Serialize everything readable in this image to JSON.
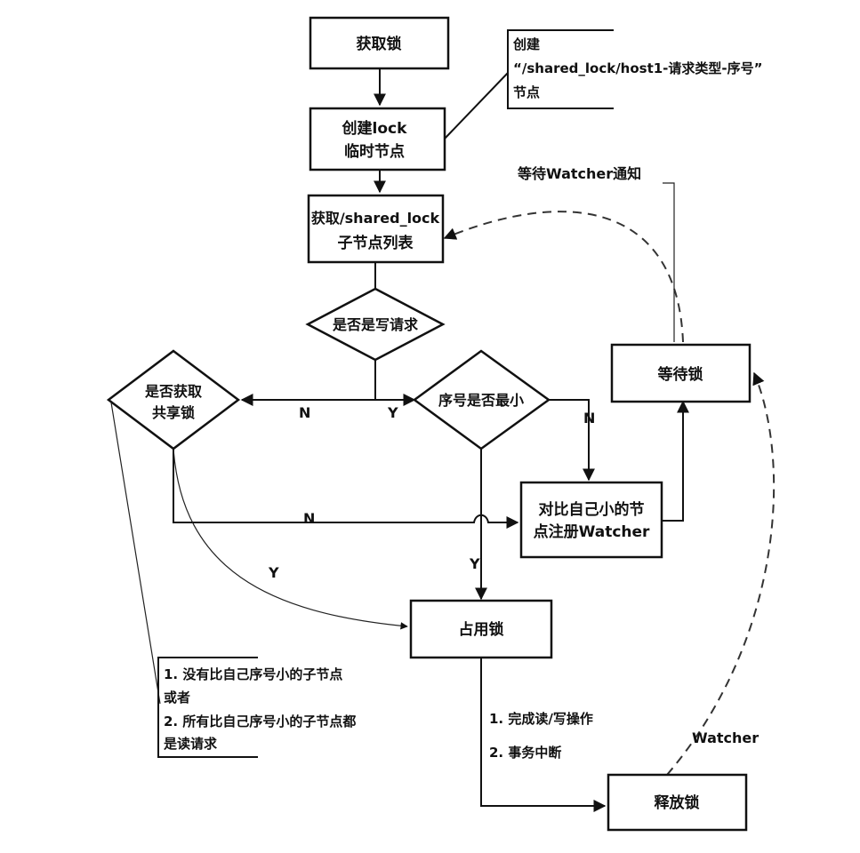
{
  "nodes": {
    "acquire_lock": "获取锁",
    "create_lock_l1": "创建lock",
    "create_lock_l2": "临时节点",
    "get_children_l1": "获取/shared_lock",
    "get_children_l2": "子节点列表",
    "is_write": "是否是写请求",
    "is_shared_l1": "是否获取",
    "is_shared_l2": "共享锁",
    "is_min": "序号是否最小",
    "wait_lock": "等待锁",
    "register_l1": "对比自己小的节",
    "register_l2": "点注册Watcher",
    "hold_lock": "占用锁",
    "release_lock": "释放锁"
  },
  "notes": {
    "create_node_l1": "创建",
    "create_node_l2": "“/shared_lock/host1-请求类型-序号”",
    "create_node_l3": "节点",
    "wait_watcher": "等待Watcher通知",
    "condition_l1": "1.  没有比自己序号小的子节点",
    "condition_l2": "或者",
    "condition_l3": "2.  所有比自己序号小的子节点都",
    "condition_l4": "是读请求",
    "finish_1": "1. 完成读/写操作",
    "finish_2": "2. 事务中断",
    "watcher": "Watcher"
  },
  "edge_labels": {
    "n": "N",
    "y": "Y"
  },
  "colors": {
    "line": "#111111",
    "background": "#ffffff"
  }
}
